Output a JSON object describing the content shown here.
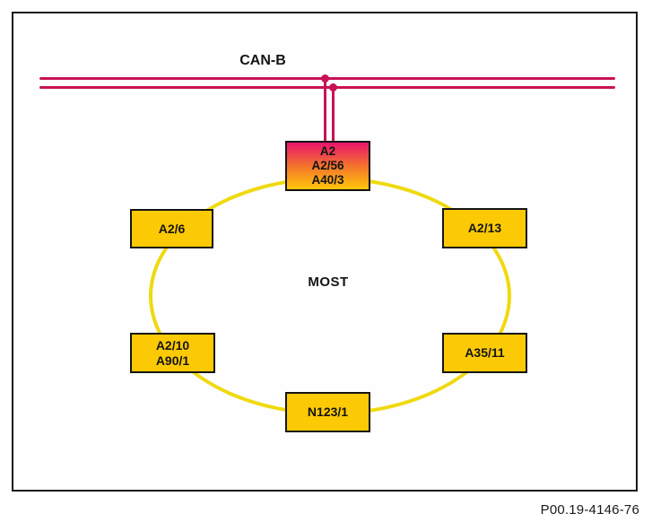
{
  "diagram": {
    "figure_number": "P00.19-4146-76",
    "bus": {
      "label": "CAN-B",
      "type": "twisted-pair-bus"
    },
    "ring": {
      "label": "MOST",
      "type": "optical-ring"
    },
    "gateway_node": {
      "lines": [
        "A2",
        "A2/56",
        "A40/3"
      ],
      "connects": "CAN-B to MOST ring"
    },
    "ring_nodes": [
      {
        "id": "node-a2-6",
        "position": "upper-left",
        "lines": [
          "A2/6"
        ]
      },
      {
        "id": "node-a2-13",
        "position": "upper-right",
        "lines": [
          "A2/13"
        ]
      },
      {
        "id": "node-a2-10",
        "position": "lower-left",
        "lines": [
          "A2/10",
          "A90/1"
        ]
      },
      {
        "id": "node-a35-11",
        "position": "lower-right",
        "lines": [
          "A35/11"
        ]
      },
      {
        "id": "node-n123-1",
        "position": "bottom",
        "lines": [
          "N123/1"
        ]
      }
    ],
    "colors": {
      "bus_line": "#c81254",
      "ring_stroke": "#f0d90e",
      "node_fill": "#fcca05",
      "node_border": "#141414",
      "gradient_top": "#ea156c",
      "gradient_mid": "#f4762b",
      "gradient_bottom": "#ffc60a"
    }
  }
}
